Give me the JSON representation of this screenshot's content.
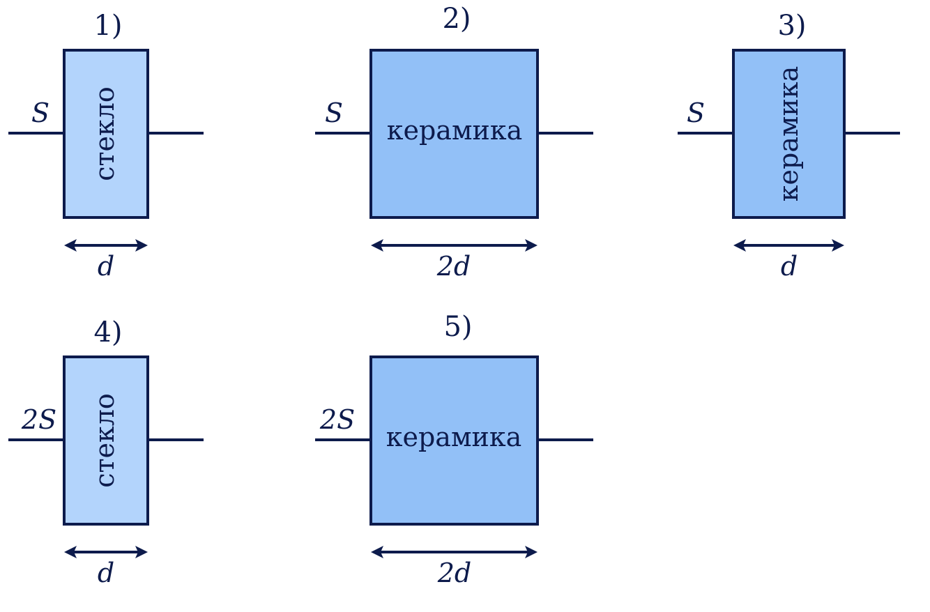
{
  "colors": {
    "ink": "#0d1b4c",
    "glass_fill": "#b3d4fc",
    "ceramic_fill": "#92c0f7"
  },
  "capacitors": [
    {
      "number": "1)",
      "area": "S",
      "material": "стекло",
      "material_orientation": "vertical",
      "thickness": "d"
    },
    {
      "number": "2)",
      "area": "S",
      "material": "керамика",
      "material_orientation": "horizontal",
      "thickness": "2d"
    },
    {
      "number": "3)",
      "area": "S",
      "material": "керамика",
      "material_orientation": "vertical",
      "thickness": "d"
    },
    {
      "number": "4)",
      "area": "2S",
      "material": "стекло",
      "material_orientation": "vertical",
      "thickness": "d"
    },
    {
      "number": "5)",
      "area": "2S",
      "material": "керамика",
      "material_orientation": "horizontal",
      "thickness": "2d"
    }
  ]
}
